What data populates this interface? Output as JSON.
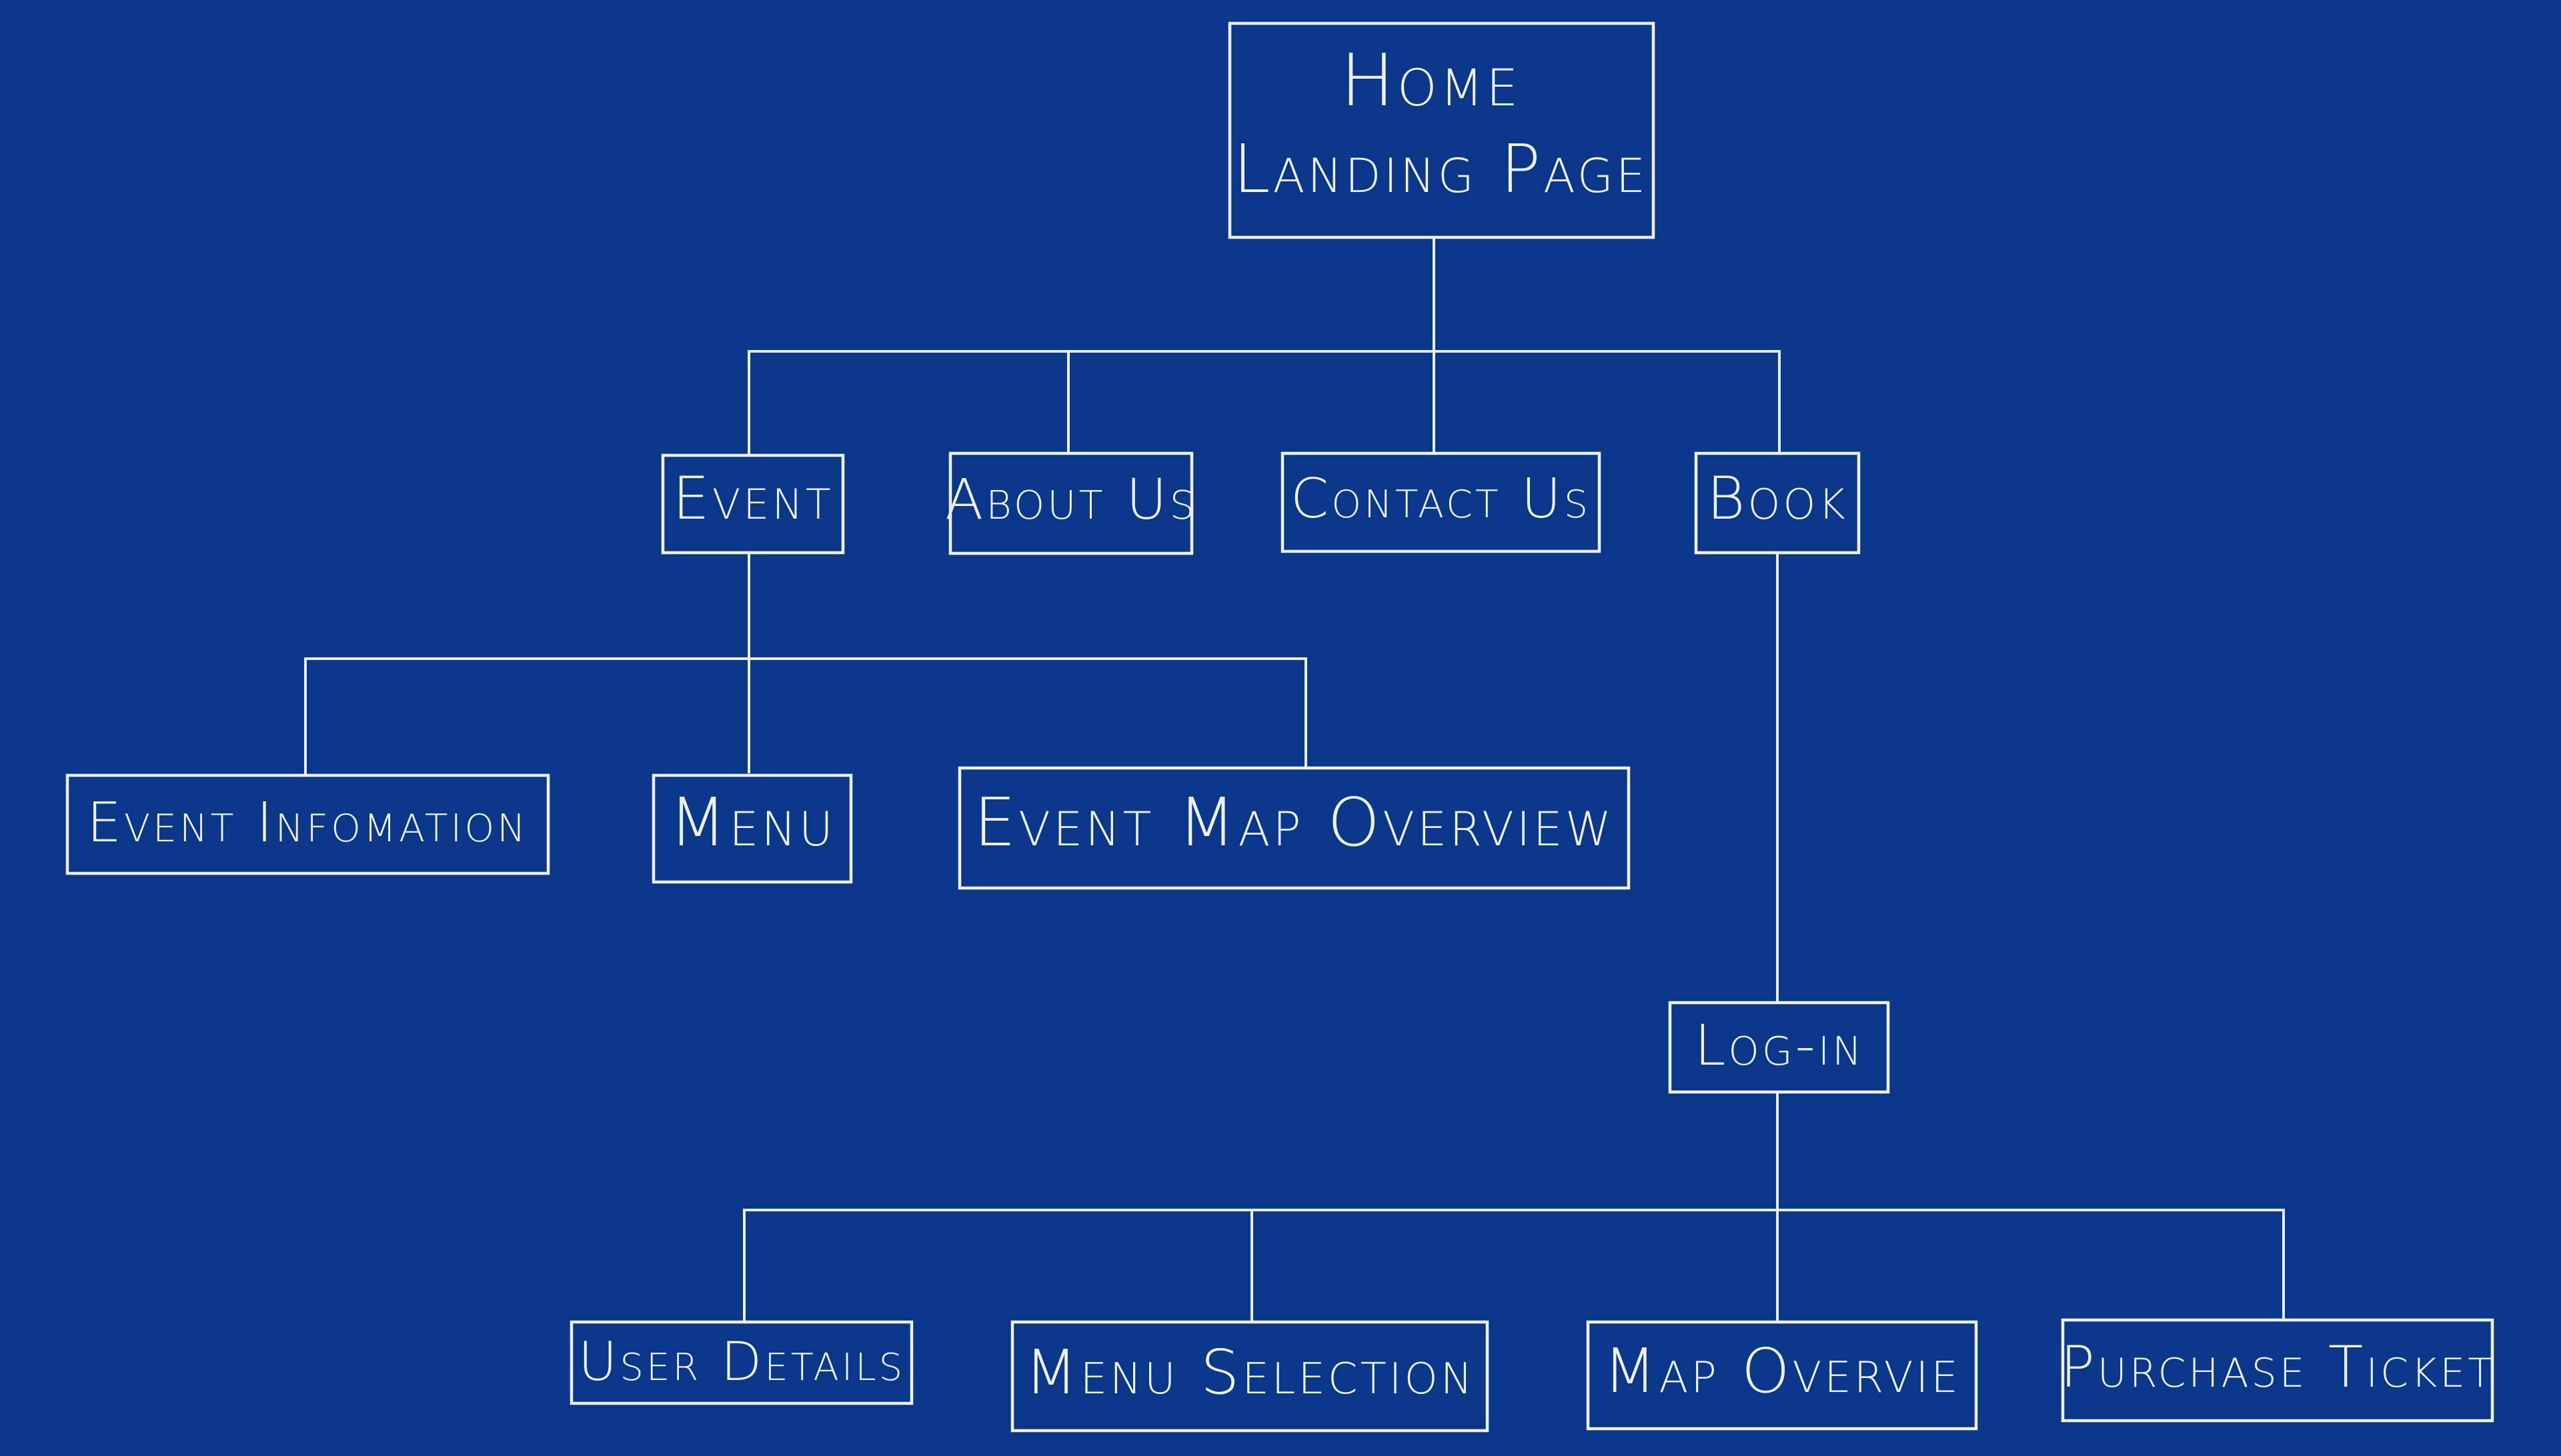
{
  "diagram": {
    "title": "",
    "colors": {
      "background": "#0b378a",
      "stroke": "#eef2fa"
    },
    "nodes": {
      "home": {
        "label_line1": "Home",
        "label_line2": "Landing Page"
      },
      "event": {
        "label": "Event"
      },
      "about_us": {
        "label": "About Us"
      },
      "contact_us": {
        "label": "Contact Us"
      },
      "book": {
        "label": "Book"
      },
      "event_information": {
        "label": "Event Infomation"
      },
      "menu": {
        "label": "Menu"
      },
      "event_map_overview": {
        "label": "Event Map Overview"
      },
      "log_in": {
        "label": "Log-in"
      },
      "user_details": {
        "label": "User Details"
      },
      "menu_selection": {
        "label": "Menu Selection"
      },
      "map_overview": {
        "label": "Map Overvie"
      },
      "purchase_ticket": {
        "label": "Purchase Ticket"
      }
    },
    "edges": [
      {
        "from": "home",
        "to": "event"
      },
      {
        "from": "home",
        "to": "about_us"
      },
      {
        "from": "home",
        "to": "contact_us"
      },
      {
        "from": "home",
        "to": "book"
      },
      {
        "from": "event",
        "to": "event_information"
      },
      {
        "from": "event",
        "to": "menu"
      },
      {
        "from": "event",
        "to": "event_map_overview"
      },
      {
        "from": "book",
        "to": "log_in"
      },
      {
        "from": "log_in",
        "to": "user_details"
      },
      {
        "from": "log_in",
        "to": "menu_selection"
      },
      {
        "from": "log_in",
        "to": "map_overview"
      },
      {
        "from": "log_in",
        "to": "purchase_ticket"
      }
    ]
  }
}
